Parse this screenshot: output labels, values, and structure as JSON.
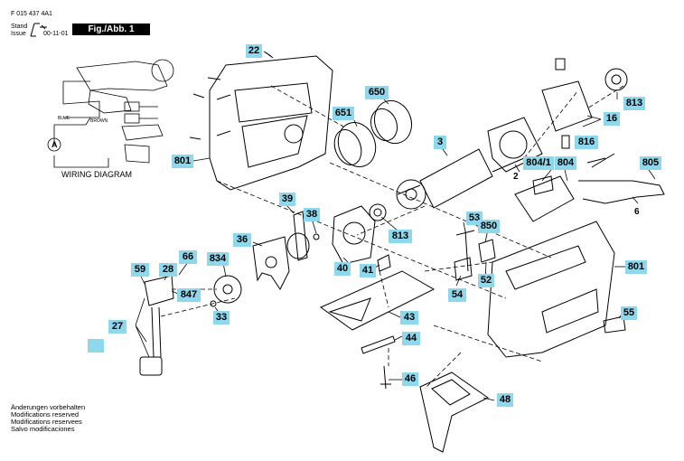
{
  "header": {
    "doc_number": "F 015 437 4A1",
    "stand_label": "Stand",
    "issue_label": "Issue",
    "issue_date": "00-11-01",
    "figure_label": "Fig./Abb. 1"
  },
  "wiring": {
    "title": "WIRING DIAGRAM",
    "blue_label": "BLUE",
    "brown_label": "BROWN",
    "meter_symbol": "A"
  },
  "parts": [
    "22",
    "650",
    "651",
    "3",
    "813",
    "16",
    "816",
    "801",
    "804/1",
    "804",
    "805",
    "2",
    "6",
    "39",
    "38",
    "36",
    "813",
    "53",
    "850",
    "834",
    "66",
    "28",
    "59",
    "847",
    "41",
    "40",
    "52",
    "54",
    "801",
    "33",
    "27",
    "43",
    "44",
    "55",
    "46",
    "48"
  ],
  "notes": [
    "Änderungen vorbehalten",
    "Modifications reserved",
    "Modifications reservees",
    "Salvo modificaciones"
  ],
  "colors": {
    "label_bg": "#8dd8ec",
    "ink": "#000000"
  }
}
